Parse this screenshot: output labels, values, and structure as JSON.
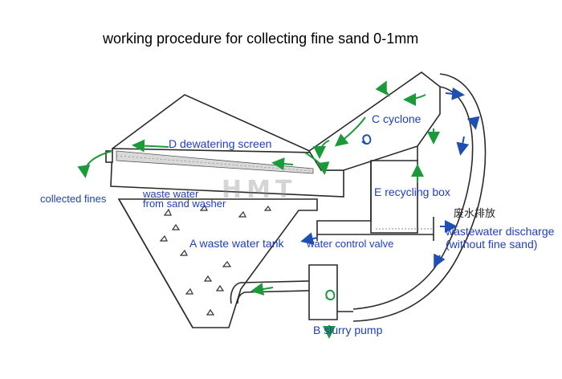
{
  "title": "working procedure for collecting fine sand 0-1mm",
  "labels": {
    "cyclone": "C cyclone",
    "dewatering_screen": "D dewatering screen",
    "collected_fines": "collected fines",
    "waste_water_line1": "waste water",
    "waste_water_line2": "from sand washer",
    "recycling_box": "E recycling box",
    "chinese_discharge": "废水排放",
    "wastewater_discharge_line1": "wastewater discharge",
    "wastewater_discharge_line2": "(without fine sand)",
    "waste_water_tank": "A waste water tank",
    "water_control_valve": "water control valve",
    "slurry_pump": "B slurry pump"
  },
  "watermark": "HMT",
  "colors": {
    "label_blue": "#1f3fb8",
    "arrow_green": "#1c9a3a",
    "arrow_blue": "#1f4fb0",
    "outline": "#2a2a2a",
    "watermark": "#8a8a8a"
  }
}
